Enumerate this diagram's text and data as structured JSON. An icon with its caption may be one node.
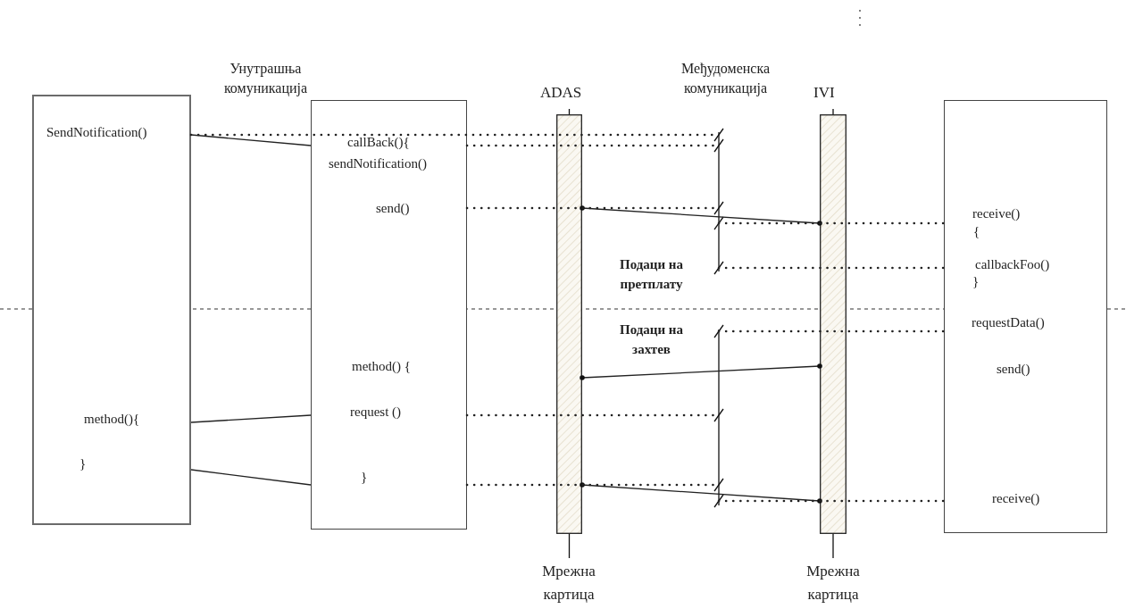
{
  "diagram": {
    "nodes": [
      {
        "text": [
          "SendNotification()",
          "method(){",
          "}"
        ]
      },
      {
        "text": [
          "callBack(){",
          "sendNotification()",
          "send()",
          "method() {",
          "request ()",
          "}"
        ]
      },
      {
        "text": [
          "ADAS"
        ],
        "beside": [
          "Мрежна картица"
        ]
      },
      {
        "text": [
          "IVI"
        ],
        "beside": [
          "Мрежна картица"
        ]
      },
      {
        "text": [
          "receive()",
          "{",
          "callbackFoo()",
          "}",
          "requestData()",
          "send()",
          "receive()"
        ]
      }
    ],
    "edges": [
      {
        "from": 0,
        "to": 1,
        "arrow": "none"
      },
      {
        "from": 0,
        "to": 1,
        "arrow": "none"
      },
      {
        "from": 0,
        "to": 1,
        "arrow": "none"
      },
      {
        "from": 2,
        "to": 3,
        "arrow": "other"
      },
      {
        "from": 2,
        "to": 3,
        "arrow": "other"
      },
      {
        "from": 2,
        "to": 3,
        "arrow": "other"
      },
      {
        "from": 0,
        "to": null,
        "arrow": "none",
        "style": "dashed"
      },
      {
        "from": 1,
        "to": null,
        "arrow": "none",
        "style": "dashed"
      },
      {
        "from": 1,
        "to": null,
        "arrow": "none",
        "style": "dashed"
      },
      {
        "from": null,
        "to": 4,
        "arrow": "none",
        "style": "dashed"
      },
      {
        "from": null,
        "to": 4,
        "arrow": "none",
        "style": "dashed"
      },
      {
        "from": null,
        "to": 4,
        "arrow": "none",
        "style": "dashed"
      },
      {
        "from": 1,
        "to": null,
        "arrow": "none",
        "style": "dashed"
      },
      {
        "from": 1,
        "to": null,
        "arrow": "none",
        "style": "dashed"
      },
      {
        "from": null,
        "to": 4,
        "arrow": "none",
        "style": "dashed"
      }
    ],
    "labels": [
      "Унутрашња комуникација",
      "Међудоменска комуникација",
      "Подаци на претплату",
      "Подаци на захтев"
    ]
  }
}
